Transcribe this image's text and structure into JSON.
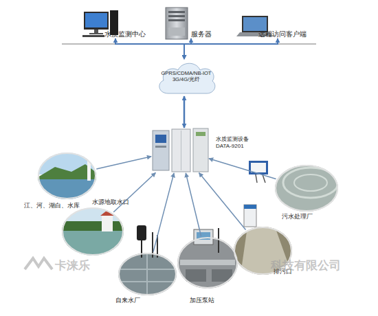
{
  "diagram": {
    "nodes": [
      {
        "text": [
          "水质监测中心"
        ]
      },
      {
        "text": [
          "服务器"
        ]
      },
      {
        "text": [
          "远程访问客户端"
        ]
      },
      {
        "text": [
          "GPRS/CDMA/NB-IOT 3G/4G/光纤"
        ]
      },
      {
        "text": [
          "水质监测设备 DATA-9201"
        ]
      },
      {
        "text": [
          "江、河、湖白、水库"
        ]
      },
      {
        "text": [
          "水源地取水口"
        ]
      },
      {
        "text": [
          "自来水厂"
        ]
      },
      {
        "text": [
          "加压泵站"
        ]
      },
      {
        "text": [
          "排污口"
        ]
      },
      {
        "text": [
          "污水处理厂"
        ]
      }
    ],
    "edges": [
      {
        "from": 3,
        "to": 0,
        "arrow": "both"
      },
      {
        "from": 3,
        "to": 1,
        "arrow": "both"
      },
      {
        "from": 3,
        "to": 2,
        "arrow": "both"
      },
      {
        "from": 3,
        "to": 4,
        "arrow": "both"
      },
      {
        "from": 5,
        "to": 4,
        "arrow": "to"
      },
      {
        "from": 6,
        "to": 4,
        "arrow": "to"
      },
      {
        "from": 7,
        "to": 4,
        "arrow": "to"
      },
      {
        "from": 8,
        "to": 4,
        "arrow": "to"
      },
      {
        "from": 9,
        "to": 4,
        "arrow": "to"
      },
      {
        "from": 10,
        "to": 4,
        "arrow": "to"
      }
    ],
    "labels": [
      "卡涞乐",
      "科技有限公司"
    ]
  }
}
